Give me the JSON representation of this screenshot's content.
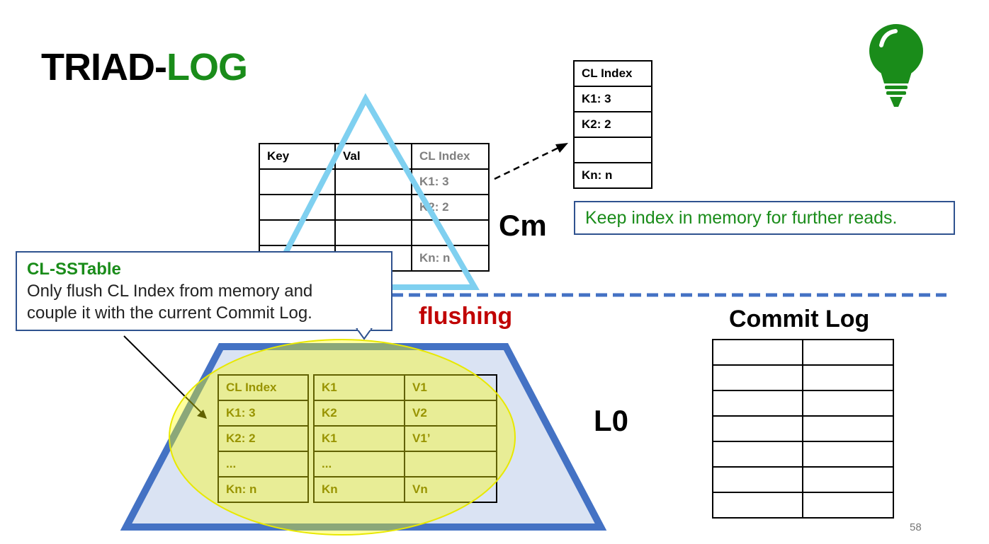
{
  "title": {
    "part1": "TRIAD-",
    "part2": "LOG"
  },
  "memtable": {
    "headers": [
      "Key",
      "Val",
      "CL Index"
    ],
    "cl_index": [
      "K1: 3",
      "K2: 2",
      "",
      "Kn: n"
    ]
  },
  "cl_index_memory": [
    "CL Index",
    "K1: 3",
    "K2: 2",
    "",
    "Kn: n"
  ],
  "labels": {
    "cm": "Cm",
    "l0": "L0",
    "flushing": "flushing",
    "commit_log": "Commit Log"
  },
  "keep_note": "Keep index in memory for further reads.",
  "callout": {
    "heading": "CL-SSTable",
    "line1": "Only flush CL Index from memory and",
    "line2": "couple it with the current Commit Log."
  },
  "l0_index": [
    "CL Index",
    "K1: 3",
    "K2: 2",
    "...",
    "Kn: n"
  ],
  "l0_data": [
    [
      "K1",
      "V1"
    ],
    [
      "K2",
      "V2"
    ],
    [
      "K1",
      "V1’"
    ],
    [
      "...",
      ""
    ],
    [
      "Kn",
      "Vn"
    ]
  ],
  "commit_log_rows": 7,
  "page_number": "58",
  "colors": {
    "green": "#1a8c1a",
    "red": "#c00000",
    "blue": "#4472c4",
    "triangle": "#7fd0f0",
    "ellipse": "#ffff00"
  }
}
